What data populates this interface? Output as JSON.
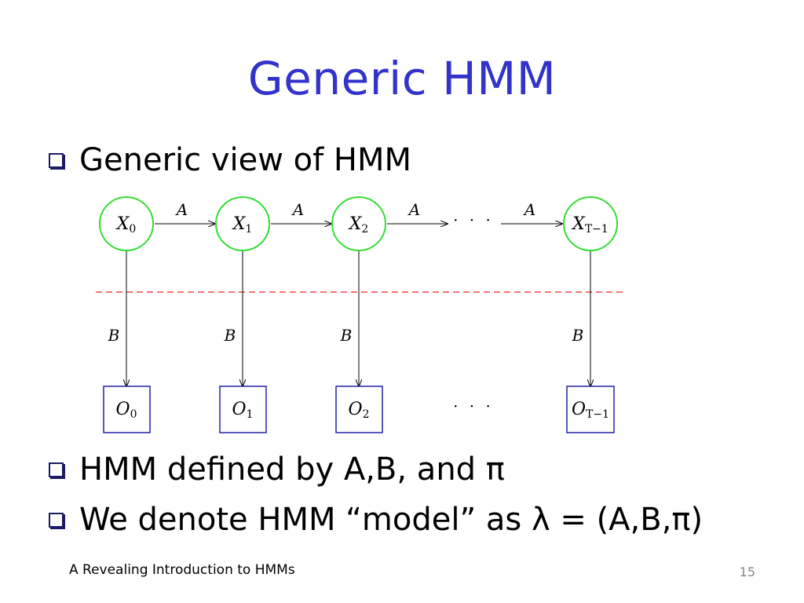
{
  "slide": {
    "title": "Generic HMM",
    "bullets": [
      "Generic view of HMM",
      "HMM defined by A,B, and π",
      "We denote HMM “model” as λ = (A,B,π)"
    ],
    "footer": "A Revealing Introduction to HMMs",
    "page_number": "15"
  },
  "diagram": {
    "hidden_states": [
      {
        "label": "X",
        "subscript": "0"
      },
      {
        "label": "X",
        "subscript": "1"
      },
      {
        "label": "X",
        "subscript": "2"
      },
      {
        "label": "X",
        "subscript": "T−1"
      }
    ],
    "observations": [
      {
        "label": "O",
        "subscript": "0"
      },
      {
        "label": "O",
        "subscript": "1"
      },
      {
        "label": "O",
        "subscript": "2"
      },
      {
        "label": "O",
        "subscript": "T−1"
      }
    ],
    "transition_label": "A",
    "emission_label": "B",
    "ellipsis": "· · ·",
    "colors": {
      "state_border": "#33dd33",
      "observation_border": "#2222aa",
      "divider": "#ee2222",
      "title": "#3333cc"
    }
  }
}
